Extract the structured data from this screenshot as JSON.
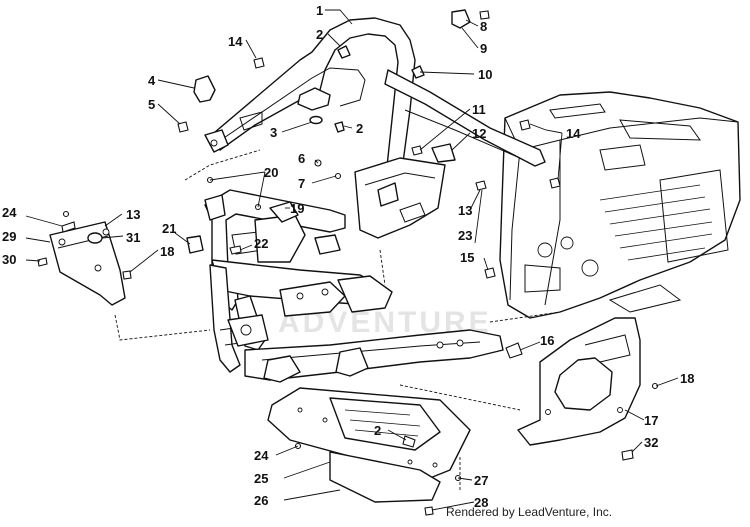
{
  "credit": "Rendered by LeadVenture, Inc.",
  "watermark": "ADVENTURE",
  "callouts": {
    "c1": "1",
    "c2a": "2",
    "c2b": "2",
    "c2c": "2",
    "c3": "3",
    "c4": "4",
    "c5": "5",
    "c6": "6",
    "c7": "7",
    "c8": "8",
    "c9": "9",
    "c10": "10",
    "c11": "11",
    "c12": "12",
    "c13a": "13",
    "c13b": "13",
    "c14a": "14",
    "c14b": "14",
    "c15": "15",
    "c16": "16",
    "c17": "17",
    "c18a": "18",
    "c18b": "18",
    "c19": "19",
    "c20": "20",
    "c21": "21",
    "c22": "22",
    "c23": "23",
    "c24a": "24",
    "c24b": "24",
    "c25": "25",
    "c26": "26",
    "c27": "27",
    "c28": "28",
    "c29": "29",
    "c30": "30",
    "c31": "31",
    "c32": "32"
  }
}
